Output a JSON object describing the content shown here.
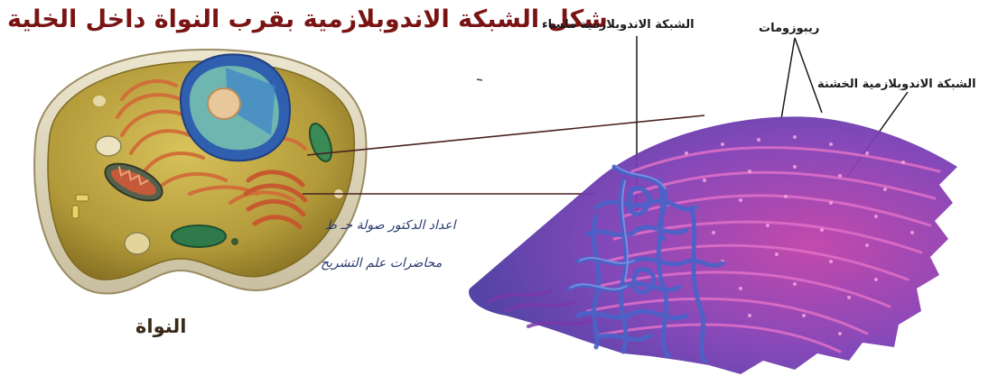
{
  "title": "شكل الشبكة الاندوبلازمية بقرب النواة داخل الخلية",
  "labels": {
    "smooth_er": "الشبكة الاندوبلازمية ملساء",
    "ribosomes": "ريبوزومات",
    "rough_er": "الشبكة الاندوبلازمية الخشنة",
    "nucleus": "النواة"
  },
  "credit": {
    "line1": "اعداد الدكتور صولة حـ ط",
    "line2": "محاضرات علم التشريح"
  },
  "colors": {
    "title": "#7a1414",
    "cell_body": "#c9b049",
    "nucleus": "#2f5fae",
    "golgi": "#d9773e",
    "mitochondrion": "#c45a3a",
    "smooth_er": "#4a63c8",
    "rough_er": "#8c3fb0"
  }
}
